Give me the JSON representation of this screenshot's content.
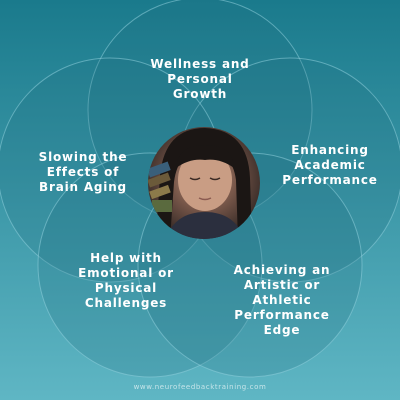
{
  "colors": {
    "background_top": "#1a7a8c",
    "background_bottom": "#5fb6c4",
    "circle_fill": "#1f6f80",
    "circle_stroke": "#8fd0dc",
    "text": "#ffffff"
  },
  "center_photo": {
    "icon": "woman-portrait-photo",
    "description_visible": false
  },
  "circles": [
    {
      "id": "top",
      "label": "Wellness and\nPersonal\nGrowth"
    },
    {
      "id": "right",
      "label": "Enhancing\nAcademic\nPerformance"
    },
    {
      "id": "left",
      "label": "Slowing the\nEffects of\nBrain Aging"
    },
    {
      "id": "bottom_left",
      "label": "Help with\nEmotional or\nPhysical\nChallenges"
    },
    {
      "id": "bottom_right",
      "label": "Achieving an\nArtistic or\nAthletic\nPerformance\nEdge"
    }
  ],
  "footer": "www.neurofeedbacktraining.com"
}
